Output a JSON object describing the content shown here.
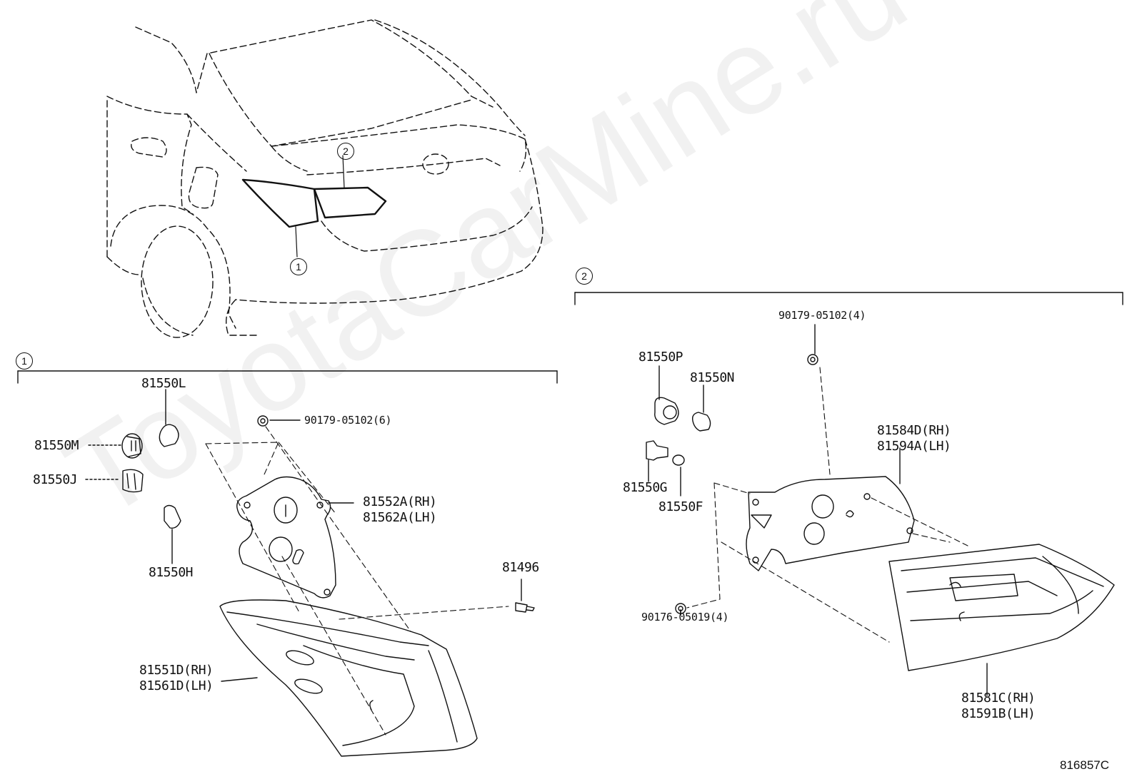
{
  "watermark": "ToyotaCarMine.ru",
  "diagram_code": "816857C",
  "callouts": {
    "one": "1",
    "two": "2"
  },
  "parts_left": {
    "p81550L": "81550L",
    "p81550M": "81550M",
    "p81550J": "81550J",
    "p81550H": "81550H",
    "bolt6": "90179-05102(6)",
    "socket_rh": "81552A(RH)",
    "socket_lh": "81562A(LH)",
    "p81496": "81496",
    "lamp_rh": "81551D(RH)",
    "lamp_lh": "81561D(LH)"
  },
  "parts_right": {
    "bolt4": "90179-05102(4)",
    "p81550P": "81550P",
    "p81550N": "81550N",
    "p81550G": "81550G",
    "p81550F": "81550F",
    "socket_rh": "81584D(RH)",
    "socket_lh": "81594A(LH)",
    "screw4": "90176-05019(4)",
    "lamp_rh": "81581C(RH)",
    "lamp_lh": "81591B(LH)"
  }
}
